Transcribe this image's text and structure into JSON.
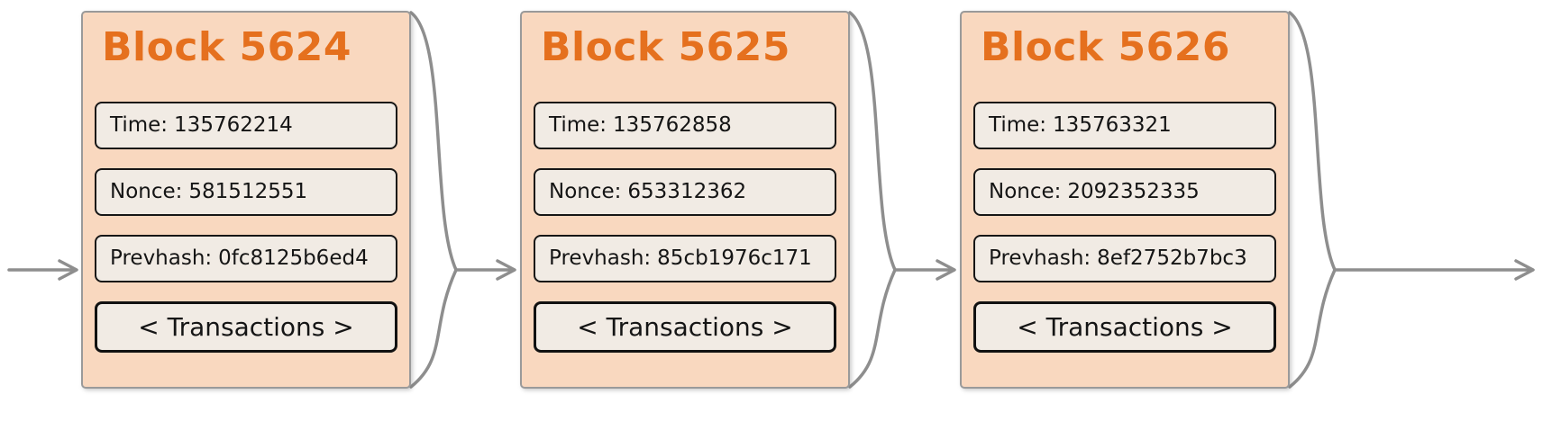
{
  "diagram": {
    "background_color": "#ffffff",
    "block_fill_color": "#f9d8bf",
    "field_fill_color": "#f1ebe4",
    "title_color": "#e5701e",
    "connector_color": "#8e8e8e",
    "blocks": [
      {
        "title": "Block 5624",
        "fields": [
          {
            "label": "Time:",
            "value": "135762214"
          },
          {
            "label": "Nonce:",
            "value": "581512551"
          },
          {
            "label": "Prevhash:",
            "value": "0fc8125b6ed4"
          }
        ],
        "transactions_label": "< Transactions >"
      },
      {
        "title": "Block 5625",
        "fields": [
          {
            "label": "Time:",
            "value": "135762858"
          },
          {
            "label": "Nonce:",
            "value": "653312362"
          },
          {
            "label": "Prevhash:",
            "value": "85cb1976c171"
          }
        ],
        "transactions_label": "< Transactions >"
      },
      {
        "title": "Block 5626",
        "fields": [
          {
            "label": "Time:",
            "value": "135763321"
          },
          {
            "label": "Nonce:",
            "value": "2092352335"
          },
          {
            "label": "Prevhash:",
            "value": "8ef2752b7bc3"
          }
        ],
        "transactions_label": "< Transactions >"
      }
    ]
  }
}
